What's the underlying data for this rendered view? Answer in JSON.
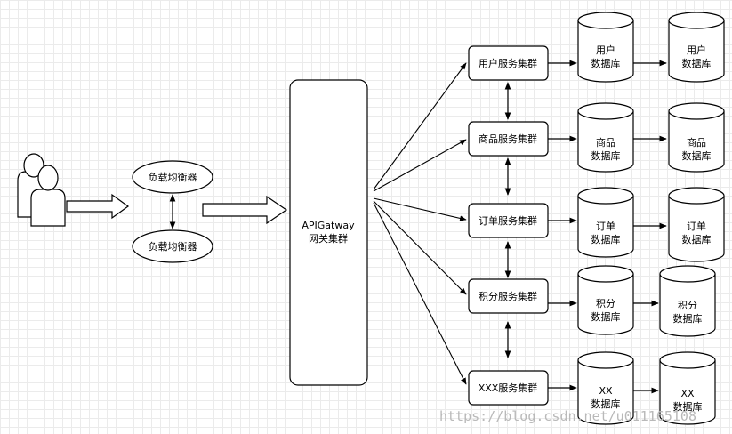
{
  "load_balancers": [
    "负载均衡器",
    "负载均衡器"
  ],
  "gateway": {
    "line1": "APIGatway",
    "line2": "网关集群"
  },
  "service_clusters": [
    "用户服务集群",
    "商品服务集群",
    "订单服务集群",
    "积分服务集群",
    "XXX服务集群"
  ],
  "databases": [
    {
      "line1": "用户",
      "line2": "数据库"
    },
    {
      "line1": "商品",
      "line2": "数据库"
    },
    {
      "line1": "订单",
      "line2": "数据库"
    },
    {
      "line1": "积分",
      "line2": "数据库"
    },
    {
      "line1": "XX",
      "line2": "数据库"
    }
  ],
  "watermark": "https://blog.csdn.net/u011165108"
}
